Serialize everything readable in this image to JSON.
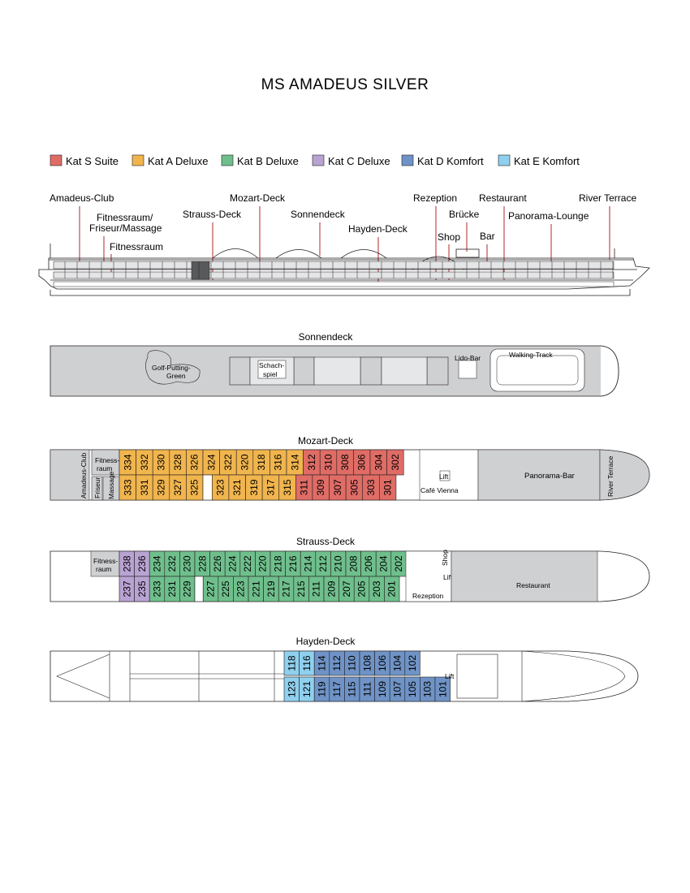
{
  "title": "MS AMADEUS SILVER",
  "legend": [
    {
      "label": "Kat S Suite",
      "color": "#e06c66"
    },
    {
      "label": "Kat A Deluxe",
      "color": "#f1b54e"
    },
    {
      "label": "Kat B Deluxe",
      "color": "#6fbf8c"
    },
    {
      "label": "Kat C Deluxe",
      "color": "#b9a3d3"
    },
    {
      "label": "Kat D Komfort",
      "color": "#6f93c6"
    },
    {
      "label": "Kat E Komfort",
      "color": "#8fd0ee"
    }
  ],
  "callouts": {
    "amadeus_club": "Amadeus-Club",
    "fitness_friseur_1": "Fitnessraum/",
    "fitness_friseur_2": "Friseur/Massage",
    "fitnessraum": "Fitnessraum",
    "strauss_deck": "Strauss-Deck",
    "mozart_deck": "Mozart-Deck",
    "sonnendeck": "Sonnendeck",
    "hayden_deck": "Hayden-Deck",
    "rezeption": "Rezeption",
    "shop": "Shop",
    "bruecke": "Brücke",
    "bar": "Bar",
    "restaurant": "Restaurant",
    "panorama_lounge": "Panorama-Lounge",
    "river_terrace": "River Terrace"
  },
  "decks": {
    "sonnendeck": {
      "title": "Sonnendeck",
      "golf_1": "Golf-Putting-",
      "golf_2": "Green",
      "schach_1": "Schach-",
      "schach_2": "spiel",
      "lido_bar": "Lido-Bar",
      "walking_track": "Walking-Track"
    },
    "mozart": {
      "title": "Mozart-Deck",
      "amadeus_club": "Amadeus-Club",
      "fitness_1": "Fitness-",
      "fitness_2": "raum",
      "friseur": "Friseur",
      "massage": "Massage",
      "lift": "Lift",
      "cafe_vienna": "Café Vienna",
      "panorama_bar": "Panorama-Bar",
      "river_terrace": "River Terrace",
      "rows": [
        {
          "rooms": [
            {
              "n": "334",
              "cat": "A"
            },
            {
              "n": "332",
              "cat": "A"
            },
            {
              "n": "330",
              "cat": "A"
            },
            {
              "n": "328",
              "cat": "A"
            },
            {
              "n": "326",
              "cat": "A"
            },
            {
              "n": "324",
              "cat": "A"
            },
            {
              "n": "322",
              "cat": "A"
            },
            {
              "n": "320",
              "cat": "A"
            },
            {
              "n": "318",
              "cat": "A"
            },
            {
              "n": "316",
              "cat": "A"
            },
            {
              "n": "314",
              "cat": "A"
            },
            {
              "n": "312",
              "cat": "S"
            },
            {
              "n": "310",
              "cat": "S"
            },
            {
              "n": "308",
              "cat": "S"
            },
            {
              "n": "306",
              "cat": "S"
            },
            {
              "n": "304",
              "cat": "S"
            },
            {
              "n": "302",
              "cat": "S"
            }
          ]
        },
        {
          "rooms": [
            {
              "n": "333",
              "cat": "A"
            },
            {
              "n": "331",
              "cat": "A"
            },
            {
              "n": "329",
              "cat": "A"
            },
            {
              "n": "327",
              "cat": "A"
            },
            {
              "n": "325",
              "cat": "A"
            },
            {
              "n": "",
              "cat": "X"
            },
            {
              "n": "323",
              "cat": "A"
            },
            {
              "n": "321",
              "cat": "A"
            },
            {
              "n": "319",
              "cat": "A"
            },
            {
              "n": "317",
              "cat": "A"
            },
            {
              "n": "315",
              "cat": "A"
            },
            {
              "n": "311",
              "cat": "S"
            },
            {
              "n": "309",
              "cat": "S"
            },
            {
              "n": "307",
              "cat": "S"
            },
            {
              "n": "305",
              "cat": "S"
            },
            {
              "n": "303",
              "cat": "S"
            },
            {
              "n": "301",
              "cat": "S"
            }
          ]
        }
      ]
    },
    "strauss": {
      "title": "Strauss-Deck",
      "fitness_1": "Fitness-",
      "fitness_2": "raum",
      "shop": "Shop",
      "lift": "Lift",
      "rezeption": "Rezeption",
      "restaurant": "Restaurant",
      "rows": [
        {
          "rooms": [
            {
              "n": "238",
              "cat": "C"
            },
            {
              "n": "236",
              "cat": "C"
            },
            {
              "n": "234",
              "cat": "B"
            },
            {
              "n": "232",
              "cat": "B"
            },
            {
              "n": "230",
              "cat": "B"
            },
            {
              "n": "228",
              "cat": "B"
            },
            {
              "n": "226",
              "cat": "B"
            },
            {
              "n": "224",
              "cat": "B"
            },
            {
              "n": "222",
              "cat": "B"
            },
            {
              "n": "220",
              "cat": "B"
            },
            {
              "n": "218",
              "cat": "B"
            },
            {
              "n": "216",
              "cat": "B"
            },
            {
              "n": "214",
              "cat": "B"
            },
            {
              "n": "212",
              "cat": "B"
            },
            {
              "n": "210",
              "cat": "B"
            },
            {
              "n": "208",
              "cat": "B"
            },
            {
              "n": "206",
              "cat": "B"
            },
            {
              "n": "204",
              "cat": "B"
            },
            {
              "n": "202",
              "cat": "B"
            }
          ]
        },
        {
          "rooms": [
            {
              "n": "237",
              "cat": "C"
            },
            {
              "n": "235",
              "cat": "C"
            },
            {
              "n": "233",
              "cat": "B"
            },
            {
              "n": "231",
              "cat": "B"
            },
            {
              "n": "229",
              "cat": "B"
            },
            {
              "n": "",
              "cat": "X"
            },
            {
              "n": "227",
              "cat": "B"
            },
            {
              "n": "225",
              "cat": "B"
            },
            {
              "n": "223",
              "cat": "B"
            },
            {
              "n": "221",
              "cat": "B"
            },
            {
              "n": "219",
              "cat": "B"
            },
            {
              "n": "217",
              "cat": "B"
            },
            {
              "n": "215",
              "cat": "B"
            },
            {
              "n": "211",
              "cat": "B"
            },
            {
              "n": "209",
              "cat": "B"
            },
            {
              "n": "207",
              "cat": "B"
            },
            {
              "n": "205",
              "cat": "B"
            },
            {
              "n": "203",
              "cat": "B"
            },
            {
              "n": "201",
              "cat": "B"
            }
          ]
        }
      ]
    },
    "hayden": {
      "title": "Hayden-Deck",
      "lift": "Lift",
      "rows": [
        {
          "rooms": [
            {
              "n": "118",
              "cat": "E"
            },
            {
              "n": "116",
              "cat": "E"
            },
            {
              "n": "114",
              "cat": "D"
            },
            {
              "n": "112",
              "cat": "D"
            },
            {
              "n": "110",
              "cat": "D"
            },
            {
              "n": "108",
              "cat": "D"
            },
            {
              "n": "106",
              "cat": "D"
            },
            {
              "n": "104",
              "cat": "D"
            },
            {
              "n": "102",
              "cat": "D"
            }
          ]
        },
        {
          "rooms": [
            {
              "n": "123",
              "cat": "E"
            },
            {
              "n": "121",
              "cat": "E"
            },
            {
              "n": "119",
              "cat": "D"
            },
            {
              "n": "117",
              "cat": "D"
            },
            {
              "n": "115",
              "cat": "D"
            },
            {
              "n": "111",
              "cat": "D"
            },
            {
              "n": "109",
              "cat": "D"
            },
            {
              "n": "107",
              "cat": "D"
            },
            {
              "n": "105",
              "cat": "D"
            },
            {
              "n": "103",
              "cat": "D"
            },
            {
              "n": "101",
              "cat": "D"
            }
          ]
        }
      ]
    }
  },
  "category_colors": {
    "S": "#e06c66",
    "A": "#f1b54e",
    "B": "#6fbf8c",
    "C": "#b9a3d3",
    "D": "#6f93c6",
    "E": "#8fd0ee",
    "X": "#ffffff"
  },
  "deck_fill": "#cfd0d2",
  "line_color": "#231f20",
  "callout_line_color": "#b0282e"
}
